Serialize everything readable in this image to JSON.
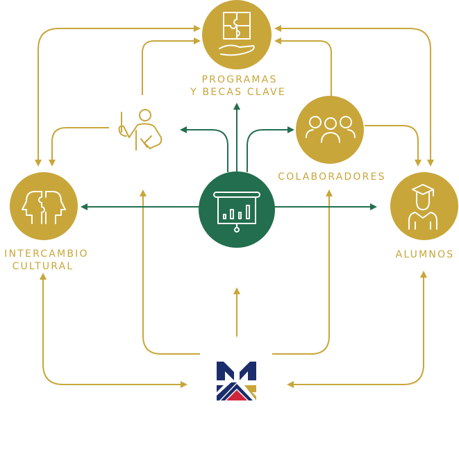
{
  "colors": {
    "gold": "#c8a63a",
    "green": "#236e4e",
    "icon": "#ffffff",
    "logo_navy": "#1c2d6b",
    "logo_red": "#d0243b",
    "logo_gold": "#c8a63a"
  },
  "nodes": {
    "programas": {
      "label_line1": "PROGRAMAS",
      "label_line2": "Y BECAS CLAVE",
      "icon": "puzzle-hand-icon"
    },
    "colaboradores": {
      "label": "COLABORADORES",
      "icon": "group-people-icon"
    },
    "intercambio": {
      "label_line1": "INTERCAMBIO",
      "label_line2": "CULTURAL",
      "icon": "puzzle-heads-icon"
    },
    "alumnos": {
      "label": "ALUMNOS",
      "icon": "graduate-icon"
    },
    "docente": {
      "icon": "teacher-pointer-icon"
    },
    "centro": {
      "icon": "presentation-chart-icon"
    },
    "logo": {
      "icon": "brand-logo-icon"
    }
  }
}
